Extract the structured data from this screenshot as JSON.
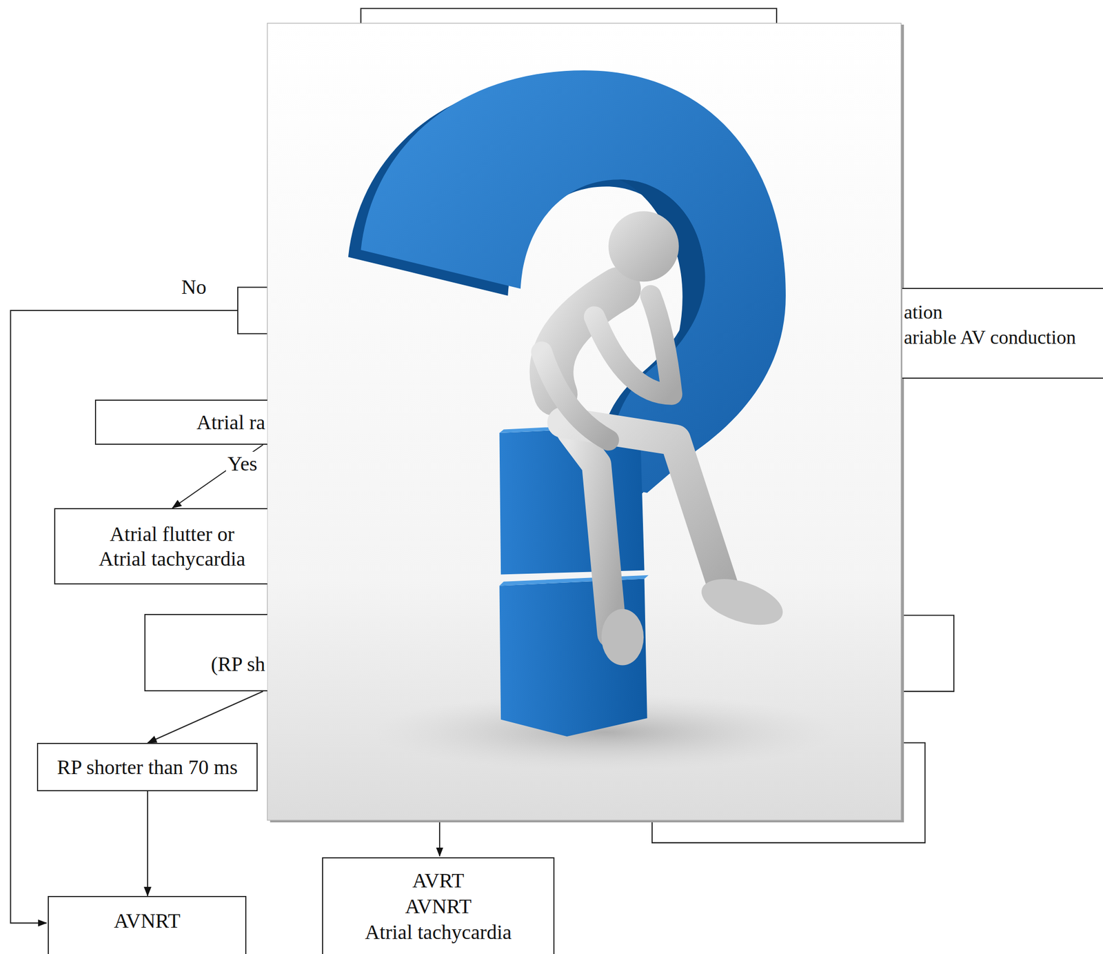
{
  "diagram": {
    "nodes": [
      {
        "text": [
          "ation",
          "ariable AV conduction"
        ]
      },
      {
        "text": [
          "Atrial ra"
        ]
      },
      {
        "text": [
          "Atrial flutter or Atrial tachycardia"
        ]
      },
      {
        "text": [
          "(RP sh"
        ]
      },
      {
        "text": [
          "RP shorter than 70 ms"
        ]
      },
      {
        "text": [
          "AVRT",
          "AVNRT",
          "Atrial tachycardia"
        ]
      },
      {
        "text": [
          "AVNRT"
        ]
      }
    ],
    "edges": [
      {
        "from": 1,
        "to": 2,
        "label": "Yes",
        "arrow": "to"
      },
      {
        "from": 3,
        "to": 4,
        "arrow": "to"
      },
      {
        "from": 4,
        "to": 6,
        "arrow": "to"
      }
    ],
    "labels": [
      "No"
    ]
  }
}
